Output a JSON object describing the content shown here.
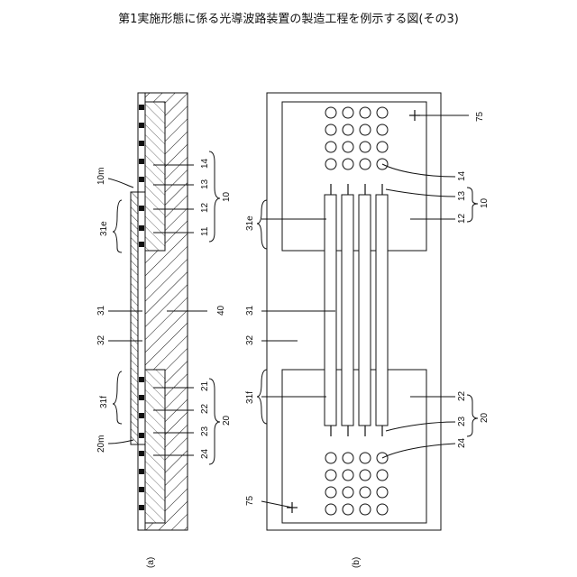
{
  "title": "第1実施形態に係る光導波路装置の製造工程を例示する図(その3)",
  "figure_a": {
    "caption": "(a)",
    "labels": {
      "l10m": "10m",
      "l14": "14",
      "l13": "13",
      "l12": "12",
      "l11": "11",
      "l10": "10",
      "l31e": "31e",
      "l31": "31",
      "l32": "32",
      "l40": "40",
      "l31f": "31f",
      "l21": "21",
      "l22": "22",
      "l20": "20",
      "l20m": "20m",
      "l23": "23",
      "l24": "24"
    }
  },
  "figure_b": {
    "caption": "(b)",
    "labels": {
      "l75a": "75",
      "l14": "14",
      "l13": "13",
      "l10": "10",
      "l12": "12",
      "l31e": "31e",
      "l31": "31",
      "l32": "32",
      "l31f": "31f",
      "l22": "22",
      "l23": "23",
      "l20": "20",
      "l24": "24",
      "l75b": "75"
    }
  }
}
